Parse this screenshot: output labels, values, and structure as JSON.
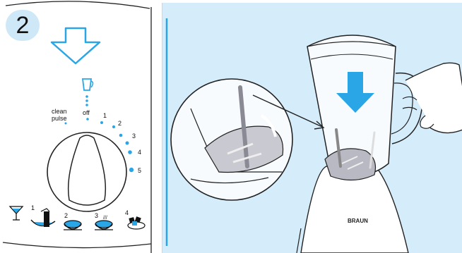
{
  "step_number": "2",
  "dial": {
    "clean": "clean",
    "pulse": "pulse",
    "off": "off",
    "levels": [
      "1",
      "2",
      "3",
      "4",
      "5"
    ]
  },
  "usage": {
    "labels": [
      "1",
      "2",
      "3",
      "4"
    ],
    "extra_label": "///"
  },
  "brand": "BRAUN",
  "colors": {
    "accent": "#2aa6e6",
    "panel": "#d5ecfa",
    "line": "#222222"
  }
}
